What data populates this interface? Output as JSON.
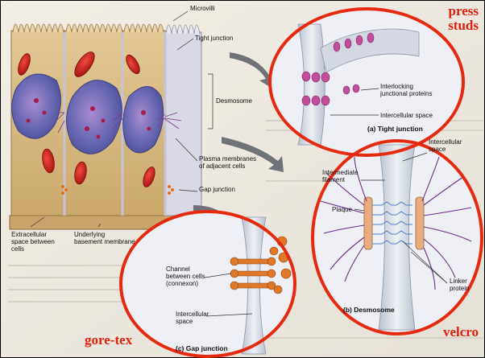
{
  "labels": {
    "microvilli": "Microvilli",
    "tight_junction": "Tight junction",
    "desmosome": "Desmosome",
    "plasma_membranes": "Plasma membranes\nof adjacent cells",
    "gap_junction": "Gap junction",
    "extracellular_space": "Extracellular\nspace between\ncells",
    "basement_membrane": "Underlying\nbasement membrane"
  },
  "tight_inset": {
    "caption": "(a) Tight junction",
    "interlocking": "Interlocking\njunctional proteins",
    "intercellular": "Intercellular space"
  },
  "desmosome_inset": {
    "caption": "(b) Desmosome",
    "intercellular": "Intercellular\nspace",
    "intermediate_filament": "Intermediate\nfilament",
    "plaque": "Plaque",
    "linker": "Linker\nprotein"
  },
  "gap_inset": {
    "caption": "(c) Gap junction",
    "channel": "Channel\nbetween cells\n(connexon)",
    "intercellular": "Intercellular\nspace"
  },
  "annotations": {
    "press_studs": "press\nstuds",
    "velcro": "velcro",
    "gore_tex": "gore-tex"
  },
  "colors": {
    "annotation_red": "#e62a10",
    "cell_tan": "#d9bf86",
    "nucleus_purple": "#7a6fb6",
    "rbc_red": "#d12222"
  }
}
